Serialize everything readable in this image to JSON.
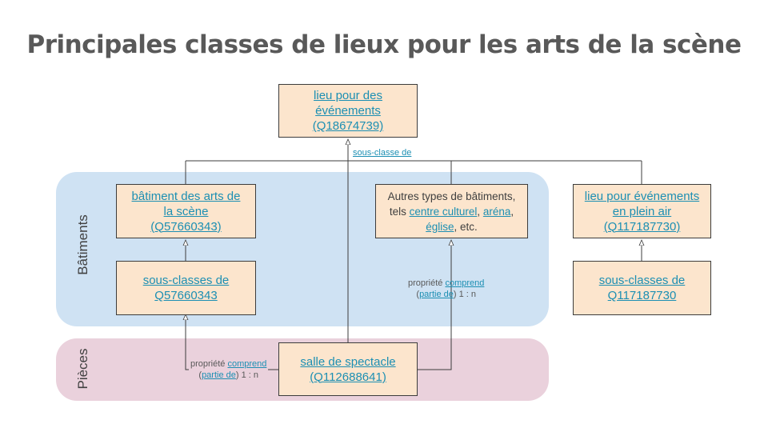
{
  "title": "Principales classes de lieux pour les arts de la scène",
  "bands": {
    "batiments": "Bâtiments",
    "pieces": "Pièces"
  },
  "nodes": {
    "root": {
      "line1": "lieu pour des",
      "line2": "événements",
      "line3": "(Q18674739)"
    },
    "batiment": {
      "line1": "bâtiment des arts de",
      "line2": "la scène",
      "line3": "(Q57660343)"
    },
    "autres": {
      "pre": "Autres types de bâtiments, tels ",
      "link1": "centre culturel",
      "sep1": ", ",
      "link2": "aréna",
      "sep2": ", ",
      "link3": "église",
      "post": ", etc."
    },
    "pleinair": {
      "line1": "lieu pour événements",
      "line2": "en plein air",
      "line3": "(Q117187730)"
    },
    "sous_bat": {
      "line1": "sous-classes de",
      "line2": "Q57660343"
    },
    "sous_plein": {
      "line1": "sous-classes de",
      "line2": "Q117187730"
    },
    "salle": {
      "line1": "salle de spectacle",
      "line2": "(Q112688641)"
    }
  },
  "edges": {
    "subclass_label": "sous-classe de",
    "prop_pre": "propriété ",
    "prop_link": "comprend",
    "inv_open": "(",
    "inv_link": "partie de",
    "inv_close": ") 1 : n"
  },
  "colors": {
    "link": "#1c8fb3",
    "box_fill": "#fce5cd",
    "band_batiments": "#cfe2f3",
    "band_pieces": "#ead1dc",
    "title": "#595959"
  }
}
